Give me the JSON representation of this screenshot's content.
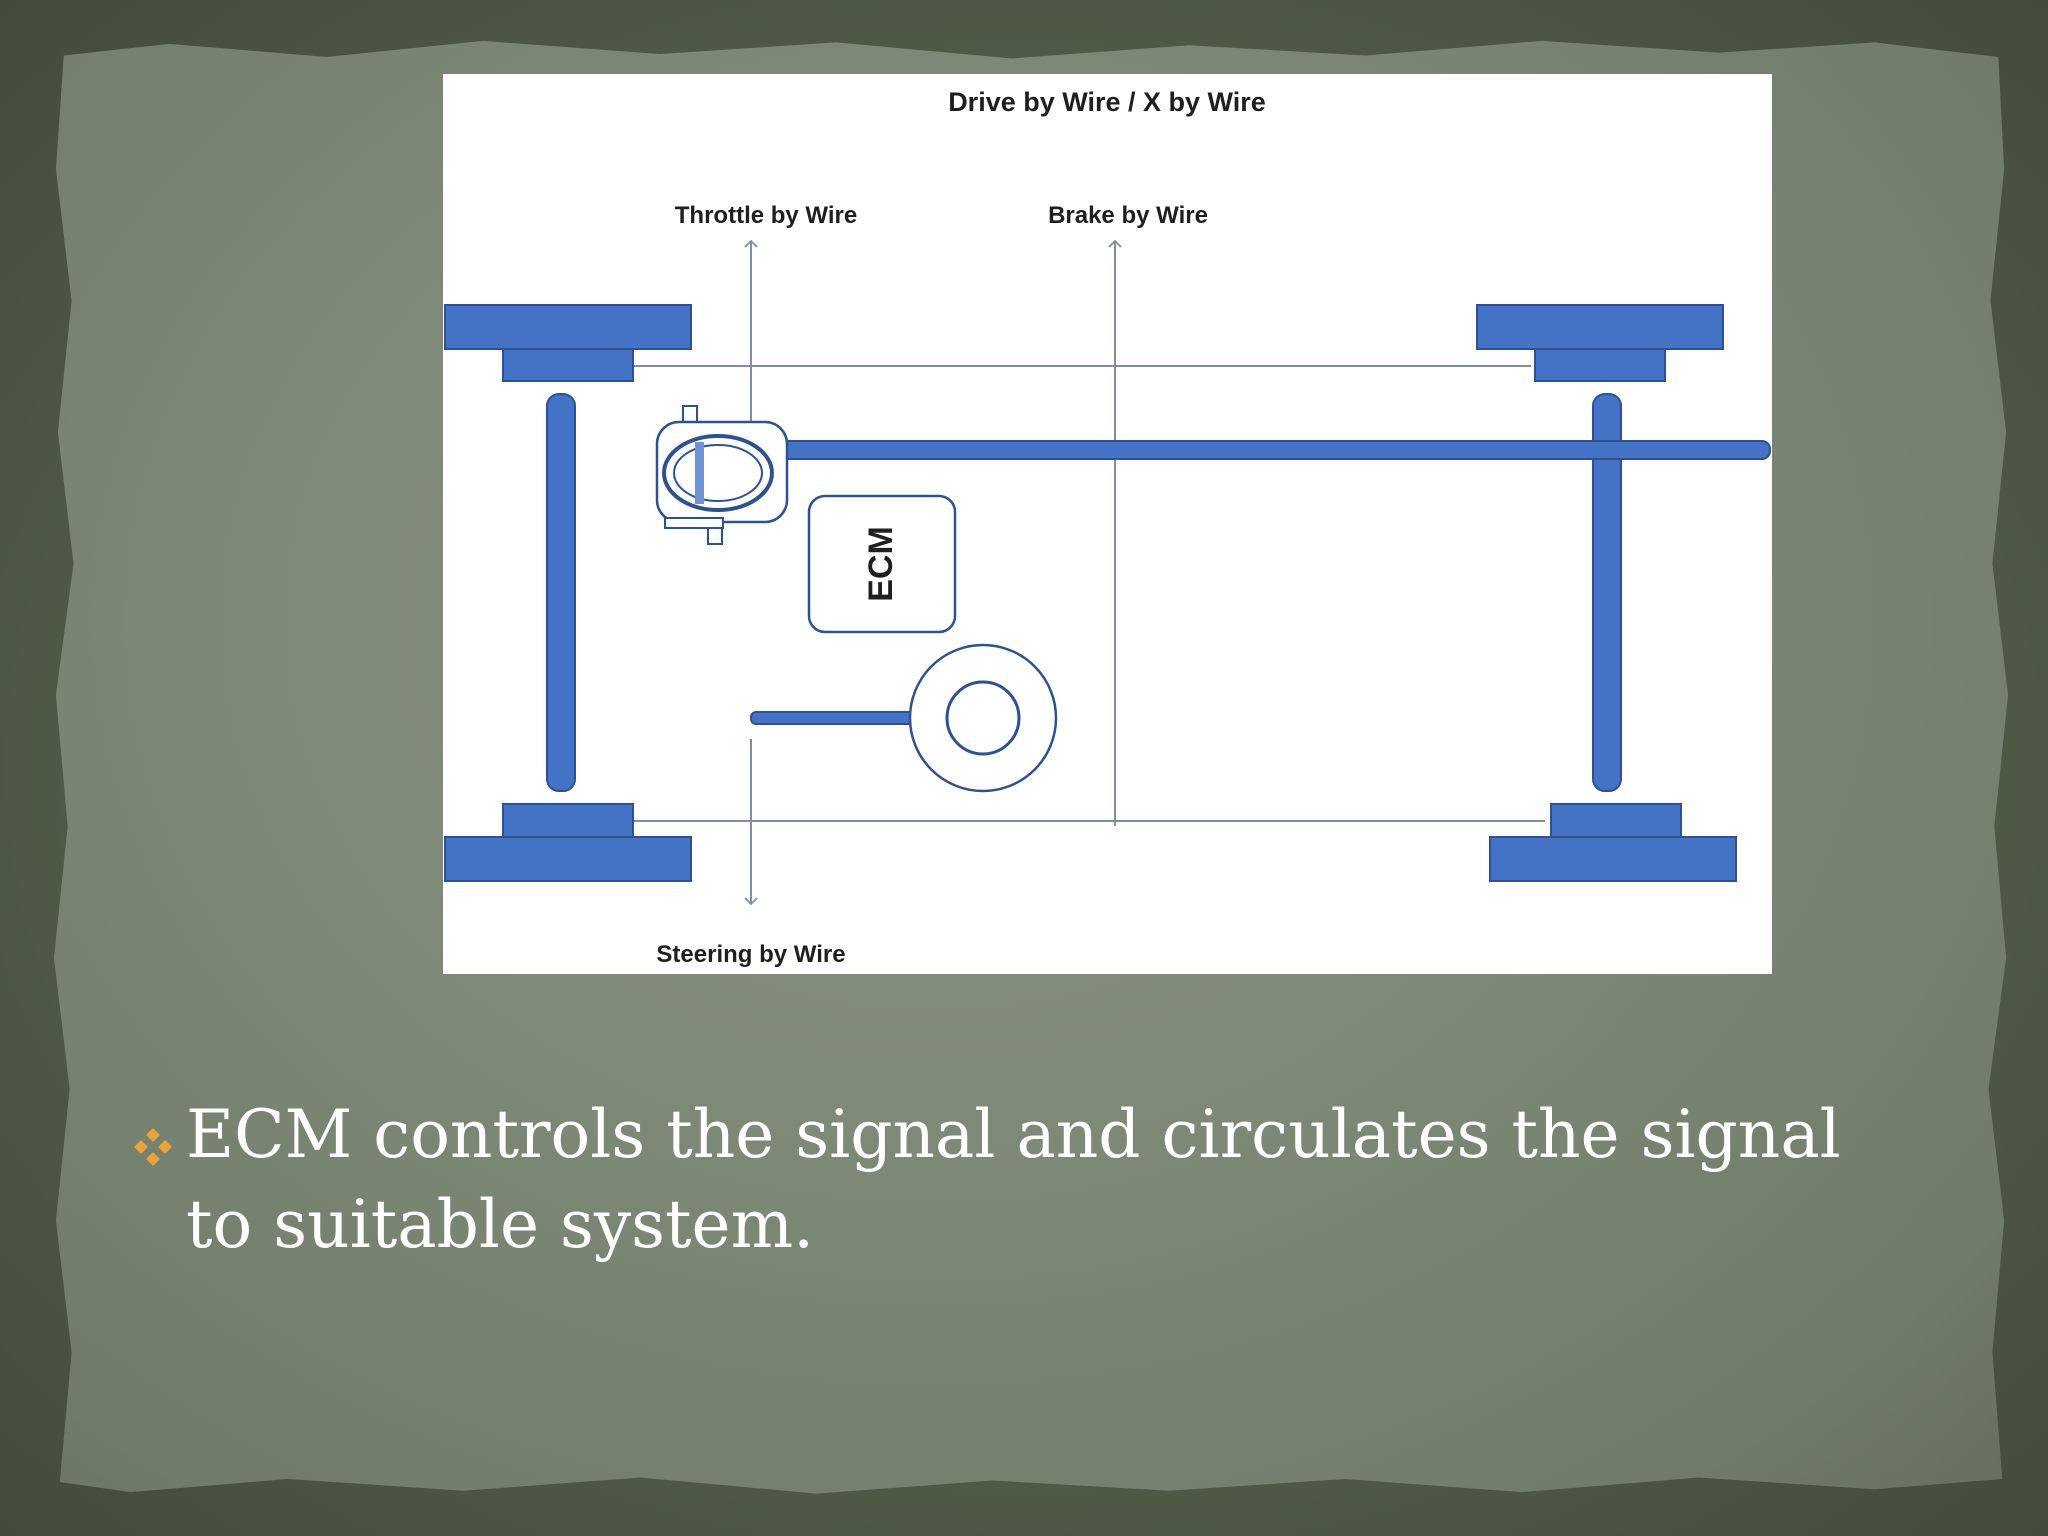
{
  "diagram": {
    "title": "Drive by Wire / X by Wire",
    "labels": {
      "throttle": "Throttle by Wire",
      "brake": "Brake by Wire",
      "steering": "Steering by Wire",
      "ecm": "ECM"
    },
    "colors": {
      "component_fill": "#4472c4",
      "component_stroke": "#2f528f",
      "line": "#7f8ea6",
      "text": "#1f1f1f"
    }
  },
  "content": {
    "bullet_text": "ECM controls the signal and circulates the signal to suitable system.",
    "bullet_icon": "diamond-cluster-icon",
    "bullet_color": "#e8a33a"
  }
}
